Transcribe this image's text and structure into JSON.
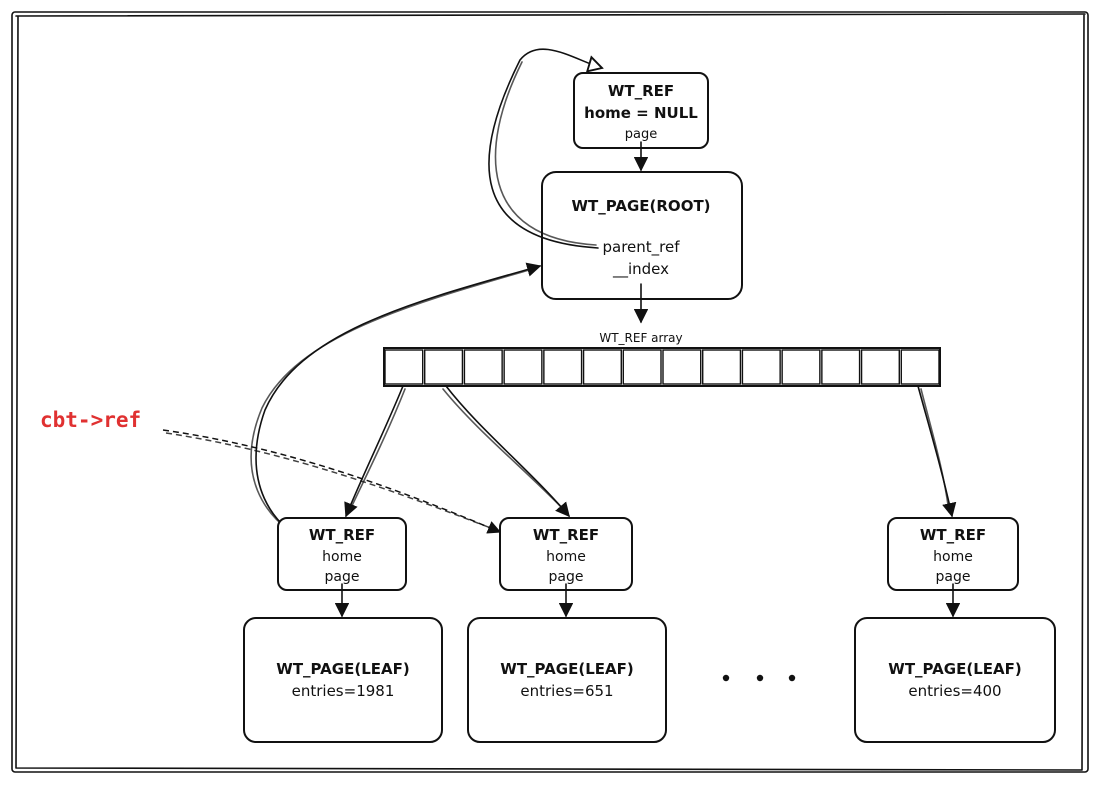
{
  "root_ref": {
    "title": "WT_REF",
    "home": "home = NULL",
    "page": "page"
  },
  "root_page": {
    "title": "WT_PAGE(ROOT)",
    "parent_ref": "parent_ref",
    "index": "__index"
  },
  "ref_array": {
    "label": "WT_REF array",
    "cell_count": 14
  },
  "cursor_label": "cbt->ref",
  "leaf_refs": [
    {
      "title": "WT_REF",
      "home": "home",
      "page": "page"
    },
    {
      "title": "WT_REF",
      "home": "home",
      "page": "page"
    },
    {
      "title": "WT_REF",
      "home": "home",
      "page": "page"
    }
  ],
  "leaf_pages": [
    {
      "title": "WT_PAGE(LEAF)",
      "entries": "entries=1981"
    },
    {
      "title": "WT_PAGE(LEAF)",
      "entries": "entries=651"
    },
    {
      "title": "WT_PAGE(LEAF)",
      "entries": "entries=400"
    }
  ],
  "colors": {
    "cursor_label": "#e03131",
    "stroke": "#111111"
  }
}
